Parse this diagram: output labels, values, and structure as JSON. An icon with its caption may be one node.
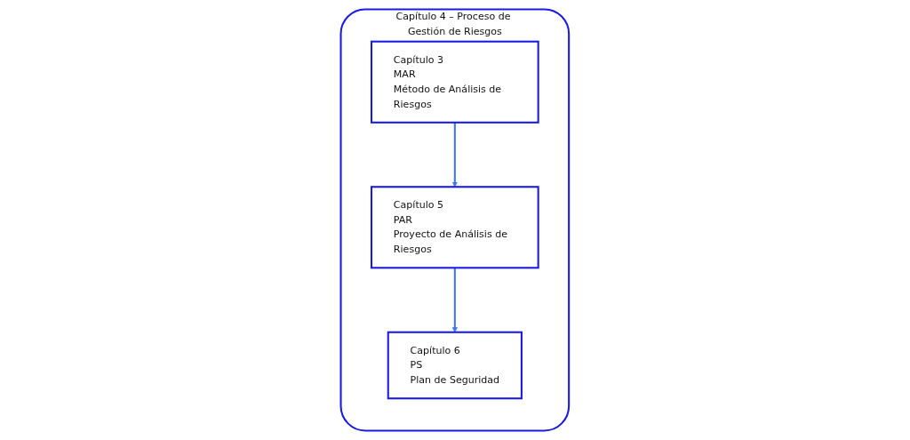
{
  "diagram": {
    "nodes": [
      {
        "text": [
          "Capítulo 4 – Proceso de Gestión de Riesgos"
        ]
      },
      {
        "text": [
          "Capítulo 5",
          "PAR",
          "Proyecto de Análisis de Riesgos"
        ],
        "in": 0
      },
      {
        "text": [
          "Capítulo 6",
          "PS",
          "Plan de Seguridad"
        ],
        "in": 0
      },
      {
        "text": [
          "Capítulo 3",
          "MAR",
          "Método de Análisis de Riesgos"
        ],
        "in": 0
      }
    ],
    "edges": [
      {
        "from": 1,
        "to": 2,
        "arrow": "to"
      },
      {
        "from": 3,
        "to": 1,
        "arrow": "to"
      }
    ]
  }
}
